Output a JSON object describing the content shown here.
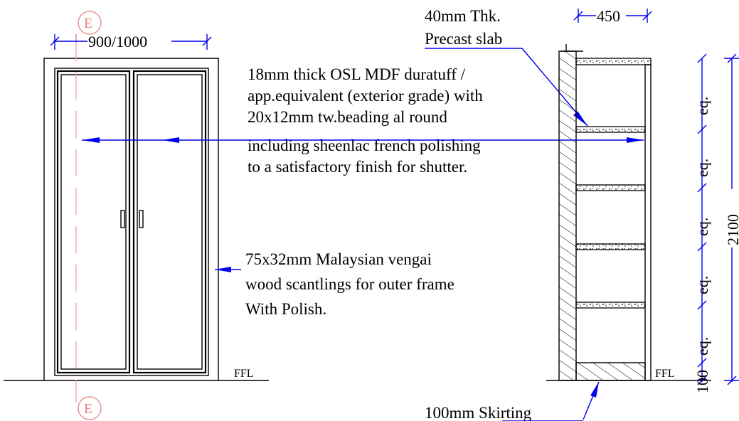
{
  "front_elevation": {
    "width_dim": "900/1000",
    "ffl_label": "FFL",
    "section_marker_top": "E",
    "section_marker_bottom": "E"
  },
  "notes": {
    "shutter": [
      "18mm thick OSL MDF duratuff /",
      "app.equivalent (exterior grade) with",
      "20x12mm tw.beading al round",
      "including sheenlac french polishing",
      "to a satisfactory finish for shutter."
    ],
    "frame": [
      "75x32mm Malaysian vengai",
      "wood scantlings for outer frame",
      "With Polish."
    ],
    "slab": [
      "40mm Thk.",
      "Precast slab"
    ],
    "skirting": "100mm Skirting"
  },
  "section": {
    "depth_dim": "450",
    "height_dim": "2100",
    "ffl_label": "FFL",
    "spacing": [
      "100",
      "eq.",
      "eq.",
      "eq.",
      "eq.",
      "eq."
    ]
  },
  "colors": {
    "line": "#000000",
    "leader": "#0000ee",
    "center_line": "#e88080"
  }
}
